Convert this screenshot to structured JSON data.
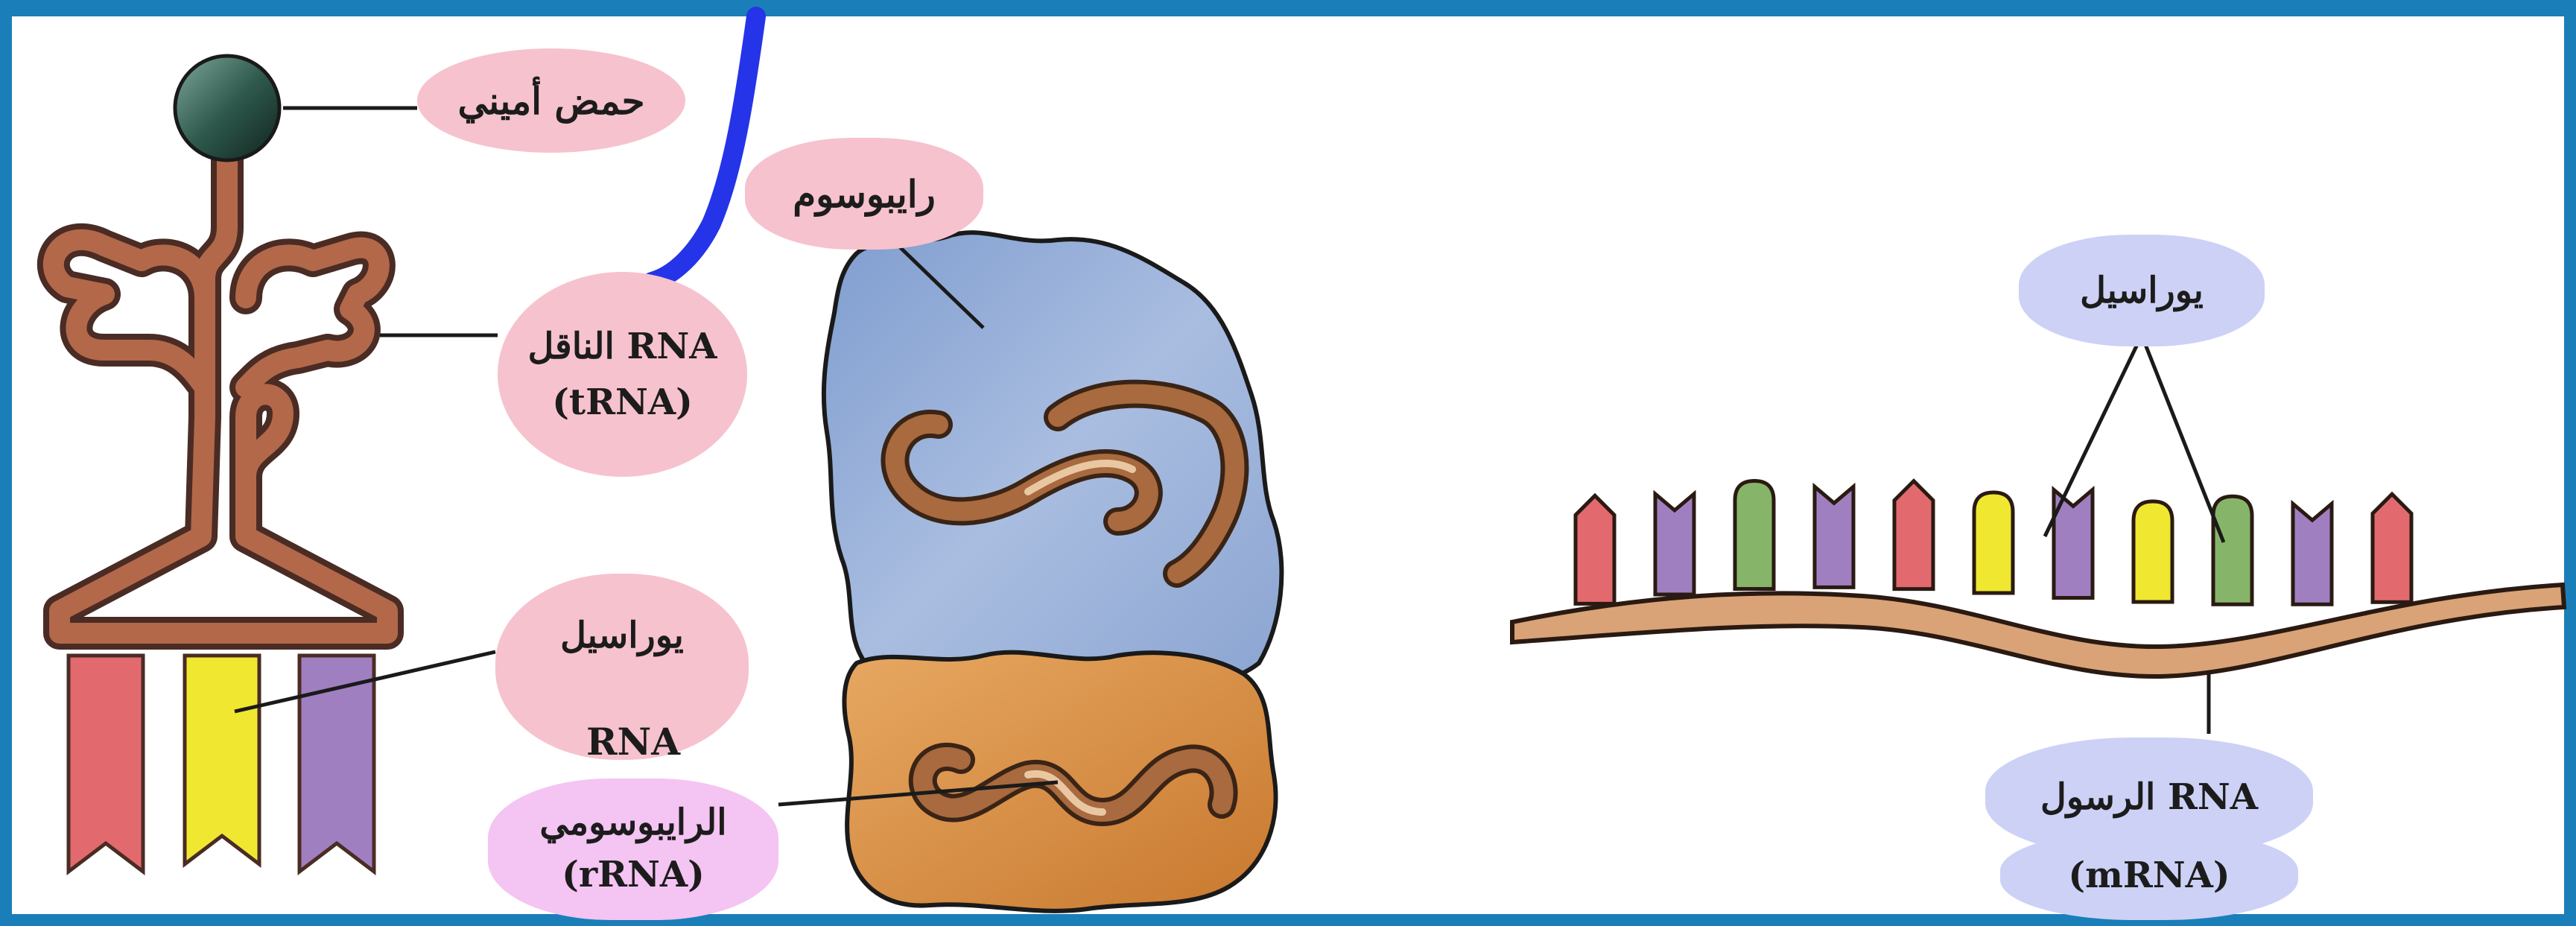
{
  "labels": {
    "amino_acid": "حمض أميني",
    "trna_line1": "RNA الناقل",
    "trna_line2": "(tRNA)",
    "ribosome": "رايبوسوم",
    "uracil_left": "يوراسيل",
    "rrna_line1": "RNA",
    "rrna_line2": "الرايبوسومي",
    "rrna_line3": "(rRNA)",
    "uracil_right": "يوراسيل",
    "mrna_line1": "RNA الرسول",
    "mrna_line2": "(mRNA)"
  },
  "colors": {
    "frame": "#1a7fb8",
    "trna_body": "#b3684a",
    "ribosome_large_subunit": "#8fa8d2",
    "ribosome_small_subunit": "#dd8f45",
    "mrna_backbone": "#d9a377",
    "base_red": "#e26a6e",
    "base_purple": "#a07fc1",
    "base_green": "#86b56a",
    "base_yellow": "#f0e830",
    "pen_stroke": "#2534e8"
  },
  "mrna_bases": [
    "red",
    "purple",
    "green",
    "purple",
    "red",
    "yellow",
    "purple",
    "yellow",
    "green",
    "purple",
    "red"
  ]
}
